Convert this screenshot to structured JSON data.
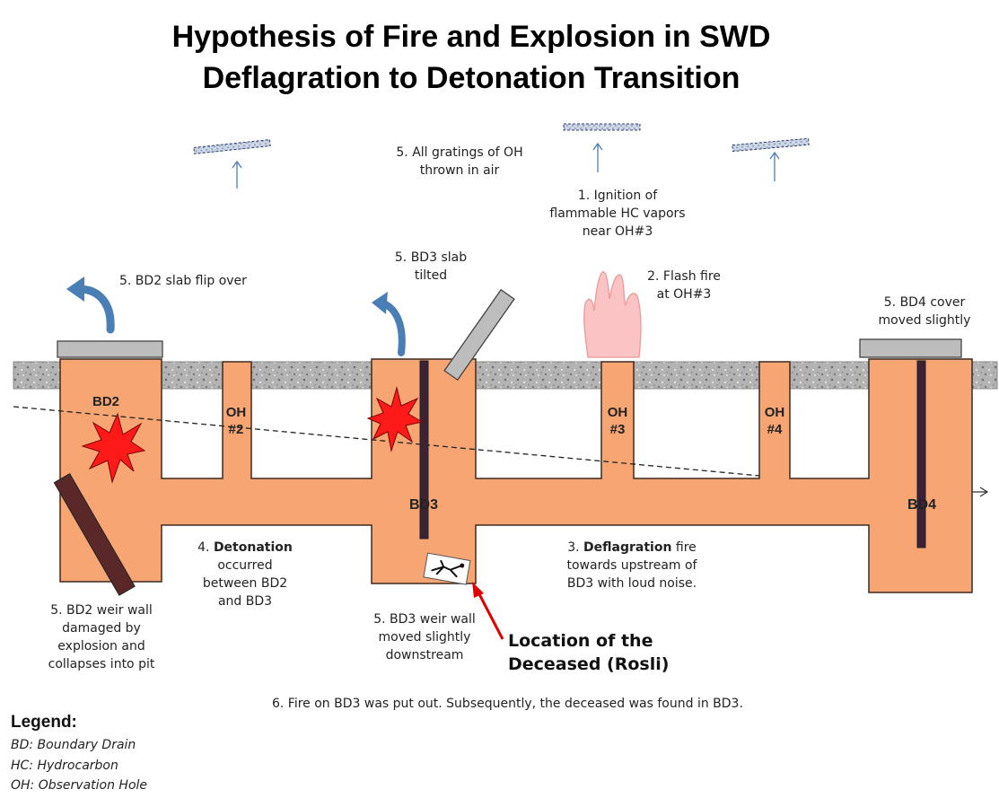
{
  "title": {
    "line1": "Hypothesis of Fire and Explosion in SWD",
    "line2": "Deflagration to Detonation Transition"
  },
  "annotations": {
    "gratings_1": "5. All gratings of OH",
    "gratings_2": "thrown in air",
    "ignition_1": "1. Ignition of",
    "ignition_2": "flammable HC vapors",
    "ignition_3": "near OH#3",
    "flash_1": "2. Flash fire",
    "flash_2": "at OH#3",
    "bd2_flip": "5. BD2 slab flip over",
    "bd3_tilt_1": "5. BD3 slab",
    "bd3_tilt_2": "tilted",
    "bd4_cover_1": "5. BD4 cover",
    "bd4_cover_2": "moved slightly",
    "detonation_num": "4.",
    "detonation_word": "Detonation",
    "detonation_2": "occurred",
    "detonation_3": "between BD2",
    "detonation_4": "and BD3",
    "deflag_num": "3.",
    "deflag_word": "Deflagration",
    "deflag_rest": "fire",
    "deflag_2": "towards upstream of",
    "deflag_3": "BD3 with loud noise.",
    "bd2_weir_1": "5. BD2 weir wall",
    "bd2_weir_2": "damaged by",
    "bd2_weir_3": "explosion and",
    "bd2_weir_4": "collapses into pit",
    "bd3_weir_1": "5. BD3 weir wall",
    "bd3_weir_2": "moved slightly",
    "bd3_weir_3": "downstream",
    "deceased_1": "Location of the",
    "deceased_2": "Deceased (Rosli)",
    "fire_out": "6. Fire on BD3 was put out. Subsequently, the deceased was found in BD3."
  },
  "pits": {
    "bd2": "BD2",
    "oh2_a": "OH",
    "oh2_b": "#2",
    "bd3": "BD3",
    "oh3_a": "OH",
    "oh3_b": "#3",
    "oh4_a": "OH",
    "oh4_b": "#4",
    "bd4": "BD4"
  },
  "legend": {
    "title": "Legend:",
    "items": [
      "BD: Boundary Drain",
      "HC: Hydrocarbon",
      "OH: Observation Hole"
    ]
  },
  "colors": {
    "pit": "#f7a673",
    "ground": "#b5b5b5",
    "explosion": "#ff1a1a",
    "flip_arrow": "#4a7fb5",
    "weir": "#5a2828",
    "pointer": "#e00000"
  }
}
